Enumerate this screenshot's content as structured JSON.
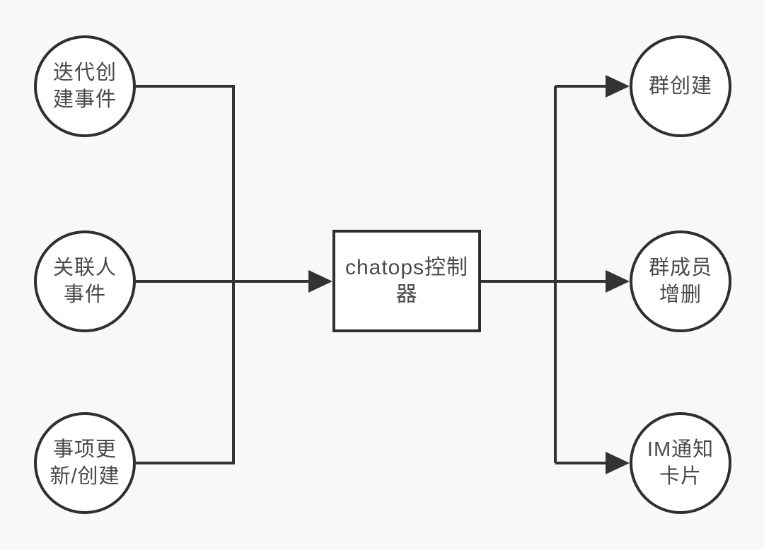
{
  "diagram": {
    "type": "flowchart",
    "colors": {
      "background": "#f8f8f8",
      "node_fill": "#ffffff",
      "node_stroke": "#2f2f2f",
      "edge_stroke": "#333333",
      "text": "#4a4a4a"
    },
    "nodes": {
      "left": [
        {
          "id": "iteration-create-event",
          "shape": "circle",
          "label": "迭代创\n建事件"
        },
        {
          "id": "related-person-event",
          "shape": "circle",
          "label": "关联人\n事件"
        },
        {
          "id": "item-update-create",
          "shape": "circle",
          "label": "事项更\n新/创建"
        }
      ],
      "center": {
        "id": "chatops-controller",
        "shape": "rectangle",
        "label": "chatops控制\n器"
      },
      "right": [
        {
          "id": "group-create",
          "shape": "circle",
          "label": "群创建"
        },
        {
          "id": "group-member-add-remove",
          "shape": "circle",
          "label": "群成员\n增删"
        },
        {
          "id": "im-notification-card",
          "shape": "circle",
          "label": "IM通知\n卡片"
        }
      ]
    },
    "edges": [
      {
        "from": "iteration-create-event",
        "to": "chatops-controller",
        "arrow": true
      },
      {
        "from": "related-person-event",
        "to": "chatops-controller",
        "arrow": true
      },
      {
        "from": "item-update-create",
        "to": "chatops-controller",
        "arrow": true
      },
      {
        "from": "chatops-controller",
        "to": "group-create",
        "arrow": true
      },
      {
        "from": "chatops-controller",
        "to": "group-member-add-remove",
        "arrow": true
      },
      {
        "from": "chatops-controller",
        "to": "im-notification-card",
        "arrow": true
      }
    ]
  }
}
